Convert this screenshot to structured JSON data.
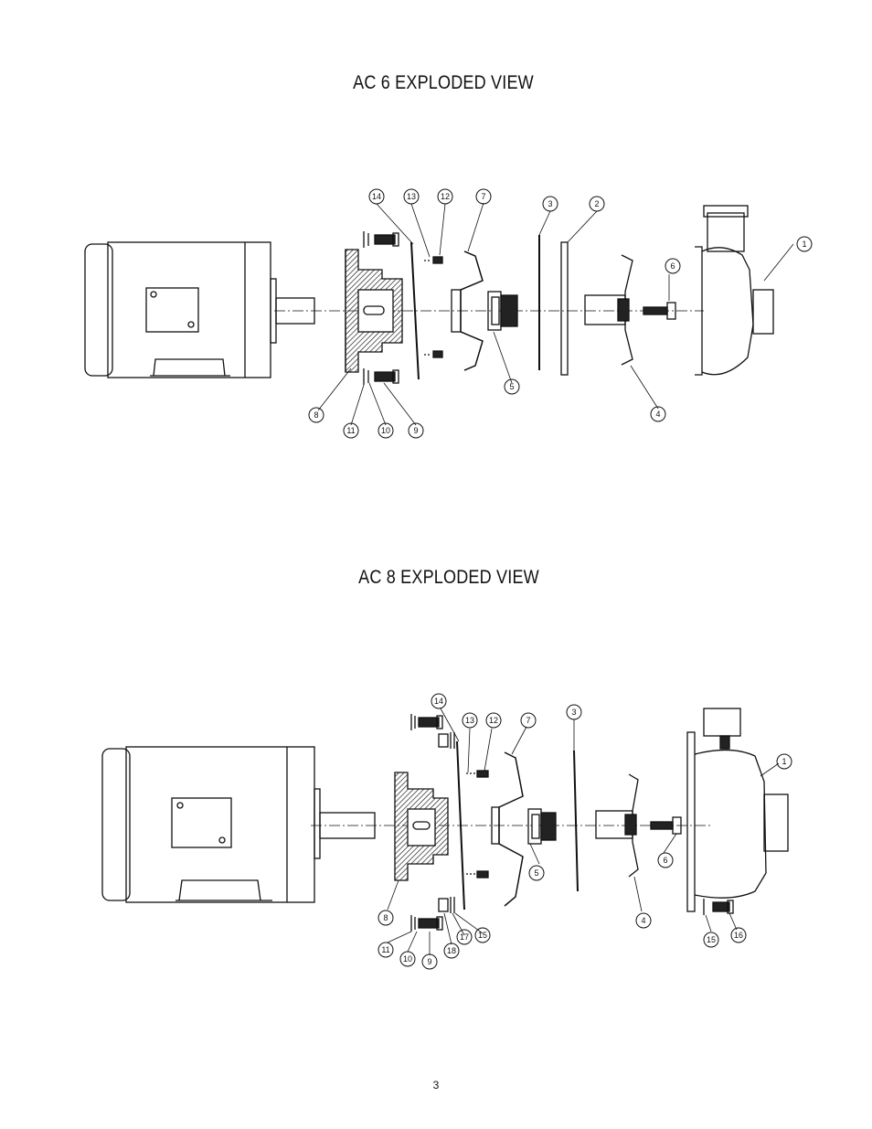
{
  "diagrams": [
    {
      "title": "AC 6 EXPLODED VIEW",
      "callouts": [
        "1",
        "2",
        "3",
        "4",
        "5",
        "6",
        "7",
        "8",
        "9",
        "10",
        "11",
        "12",
        "13",
        "14"
      ]
    },
    {
      "title": "AC 8 EXPLODED VIEW",
      "callouts": [
        "1",
        "3",
        "4",
        "5",
        "6",
        "7",
        "8",
        "9",
        "10",
        "11",
        "12",
        "13",
        "14",
        "15",
        "16",
        "17",
        "18"
      ]
    }
  ],
  "page_number": "3"
}
